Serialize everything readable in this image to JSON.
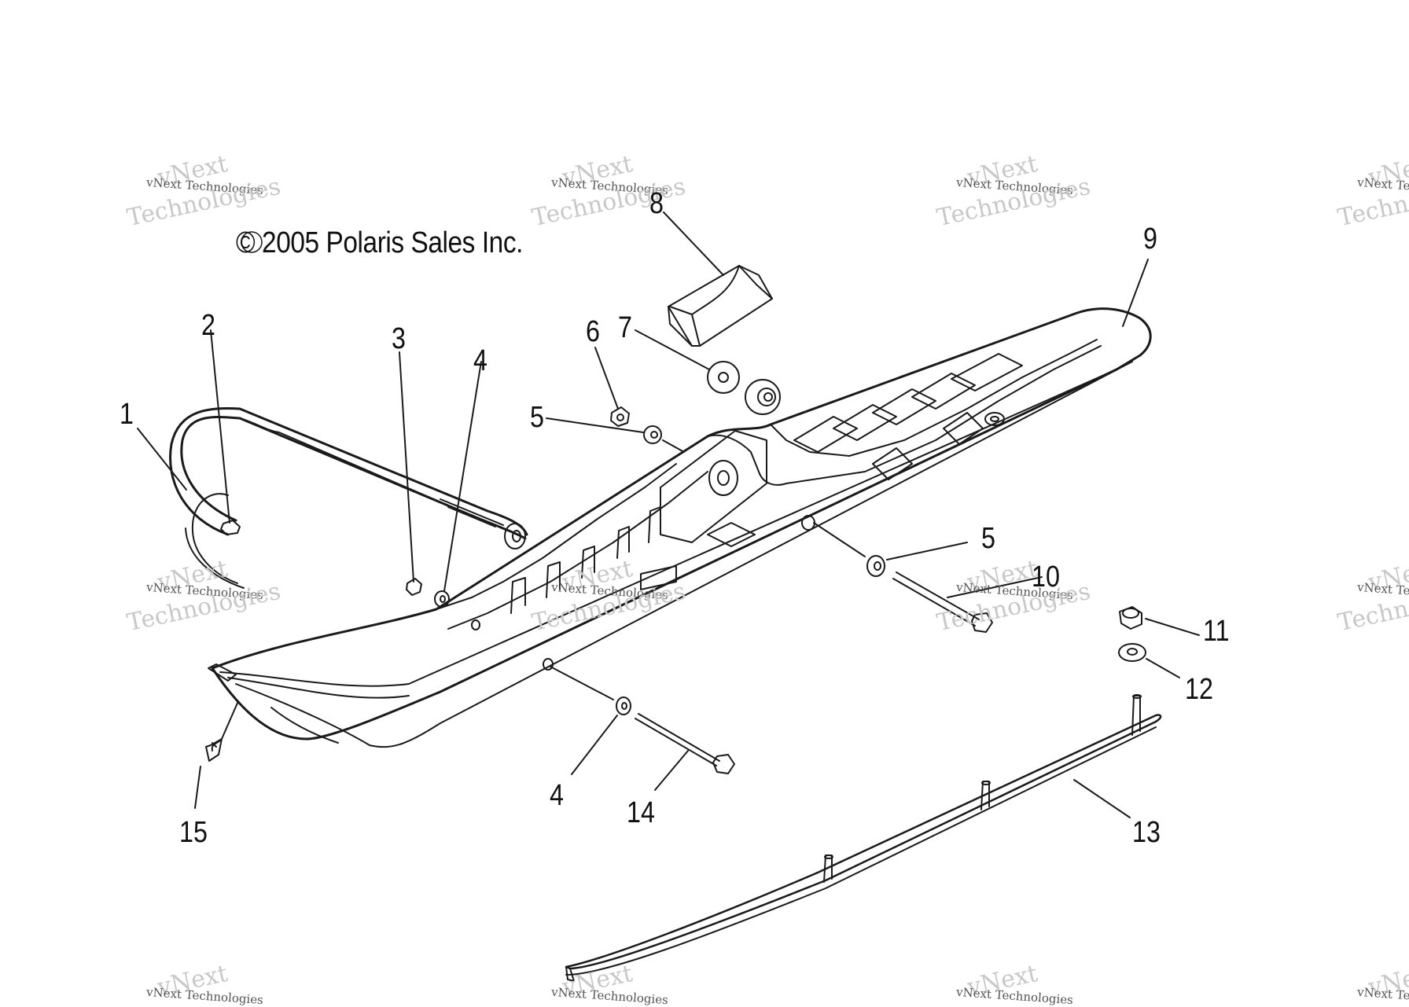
{
  "copyright": "© 2005 Polaris Sales Inc.",
  "watermark": {
    "line_a": "vNext",
    "line_b": "vNext Technologies",
    "line_c": "Technologies"
  },
  "callouts": {
    "c1": "1",
    "c2": "2",
    "c3": "3",
    "c4a": "4",
    "c4b": "4",
    "c5a": "5",
    "c5b": "5",
    "c6": "6",
    "c7": "7",
    "c8": "8",
    "c9": "9",
    "c10": "10",
    "c11": "11",
    "c12": "12",
    "c13": "13",
    "c14": "14",
    "c15": "15"
  },
  "colors": {
    "line": "#1a1a1a",
    "background": "#ffffff",
    "watermark": "#c8c8c8"
  }
}
